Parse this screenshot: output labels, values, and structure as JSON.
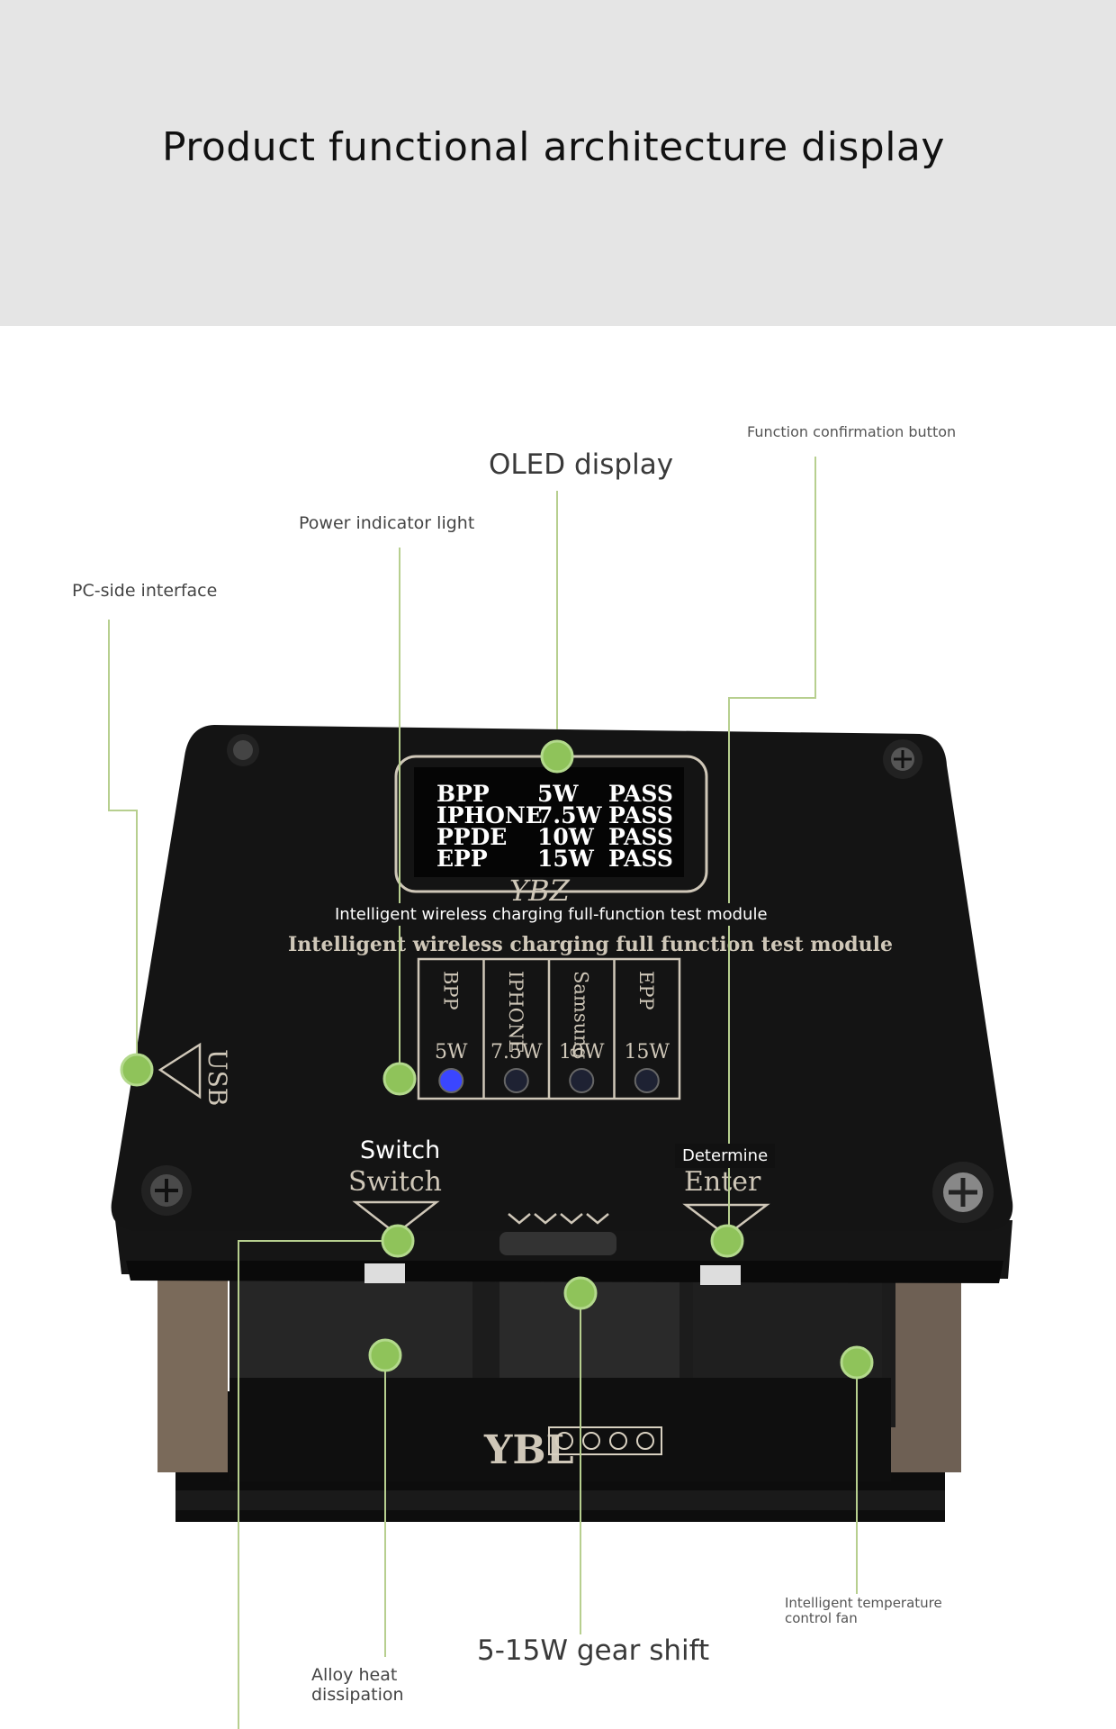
{
  "page": {
    "title": "Product functional architecture display"
  },
  "callouts": {
    "oled_display": "OLED display",
    "function_confirmation_button": "Function confirmation button",
    "power_indicator_light": "Power indicator light",
    "pc_side_interface": "PC-side interface",
    "module_caption": "Intelligent wireless charging full-function test module",
    "switch": "Switch",
    "determine": "Determine",
    "gear_shift": "5-15W gear shift",
    "alloy_heat_dissipation": "Alloy heat dissipation",
    "temperature_control_fan": "Intelligent temperature control fan"
  },
  "device": {
    "oled_rows": [
      {
        "mode": "BPP",
        "power": "5W",
        "result": "PASS"
      },
      {
        "mode": "IPHONE",
        "power": "7.5W",
        "result": "PASS"
      },
      {
        "mode": "PPDE",
        "power": "10W",
        "result": "PASS"
      },
      {
        "mode": "EPP",
        "power": "15W",
        "result": "PASS"
      }
    ],
    "brand_mark": "YBZ",
    "module_title": "Intelligent wireless charging full function test module",
    "mode_labels": [
      "BPP",
      "IPHONE",
      "Samsung",
      "EPP"
    ],
    "power_labels": [
      "5W",
      "7.5W",
      "10W",
      "15W"
    ],
    "usb_label": "USB",
    "switch_label": "Switch",
    "enter_label": "Enter",
    "base_logo": "YBL",
    "indicator_color": "#3a46ff",
    "marker_color": "#8fc35a",
    "leader_line_color": "#b7cf8f"
  }
}
